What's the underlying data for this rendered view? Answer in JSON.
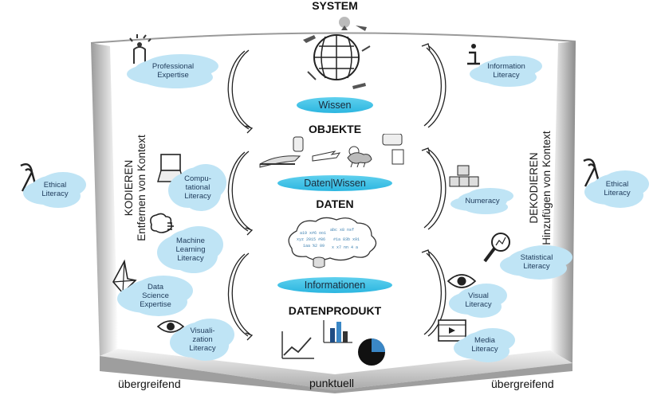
{
  "levels": {
    "system": "SYSTEM",
    "objekte": "OBJEKTE",
    "daten": "DATEN",
    "datenprodukt": "DATENPRODUKT"
  },
  "pills": {
    "wissen": "Wissen",
    "daten_wissen": "Daten|Wissen",
    "informationen": "Informationen"
  },
  "left_side": {
    "line1": "KODIEREN",
    "line2": "Entfernen von Kontext"
  },
  "right_side": {
    "line1": "DEKODIEREN",
    "line2": "Hinzufügen von Kontext"
  },
  "literacies": {
    "professional": [
      "Professional",
      "Expertise"
    ],
    "computational": [
      "Compu-",
      "tational",
      "Literacy"
    ],
    "machine_learning": [
      "Machine",
      "Learning",
      "Literacy"
    ],
    "data_science": [
      "Data",
      "Science",
      "Expertise"
    ],
    "visualization": [
      "Visuali-",
      "zation",
      "Literacy"
    ],
    "ethical_left": [
      "Ethical",
      "Literacy"
    ],
    "information": [
      "Information",
      "Literacy"
    ],
    "numeracy": [
      "Numeracy"
    ],
    "statistical": [
      "Statistical",
      "Literacy"
    ],
    "visual": [
      "Visual",
      "Literacy"
    ],
    "media": [
      "Media",
      "Literacy"
    ],
    "ethical_right": [
      "Ethical",
      "Literacy"
    ]
  },
  "bottom": {
    "left": "übergreifend",
    "center": "punktuell",
    "right": "übergreifend"
  },
  "icons": [
    "brain-globe-icon",
    "airplane-icon",
    "weather-icon",
    "data-cloud-icon",
    "line-chart-icon",
    "bar-chart-icon",
    "pie-chart-icon",
    "laptop-icon",
    "ribbon-icon",
    "eye-icon",
    "magnifier-icon",
    "abc-blocks-icon",
    "info-icon",
    "film-icon"
  ]
}
